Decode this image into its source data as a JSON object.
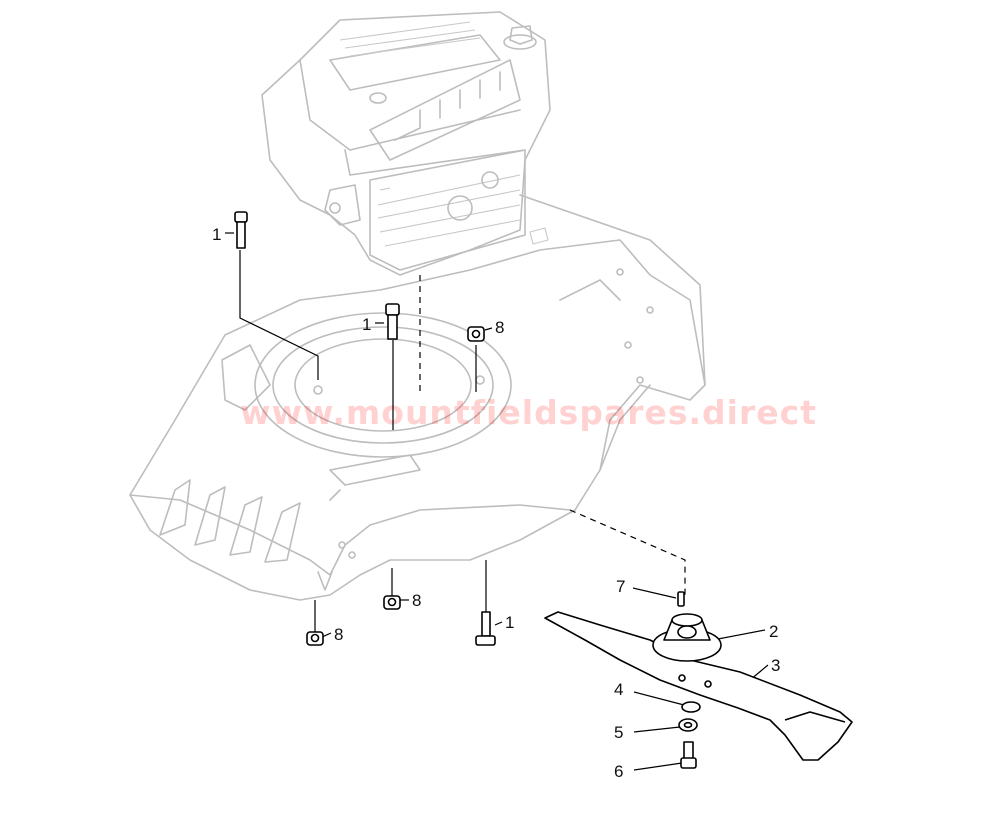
{
  "watermark": "www.mountfieldspares.direct",
  "callouts": {
    "c1a": "1",
    "c1b": "1",
    "c1c": "1",
    "c2": "2",
    "c3": "3",
    "c4": "4",
    "c5": "5",
    "c6": "6",
    "c7": "7",
    "c8a": "8",
    "c8b": "8",
    "c8c": "8"
  }
}
